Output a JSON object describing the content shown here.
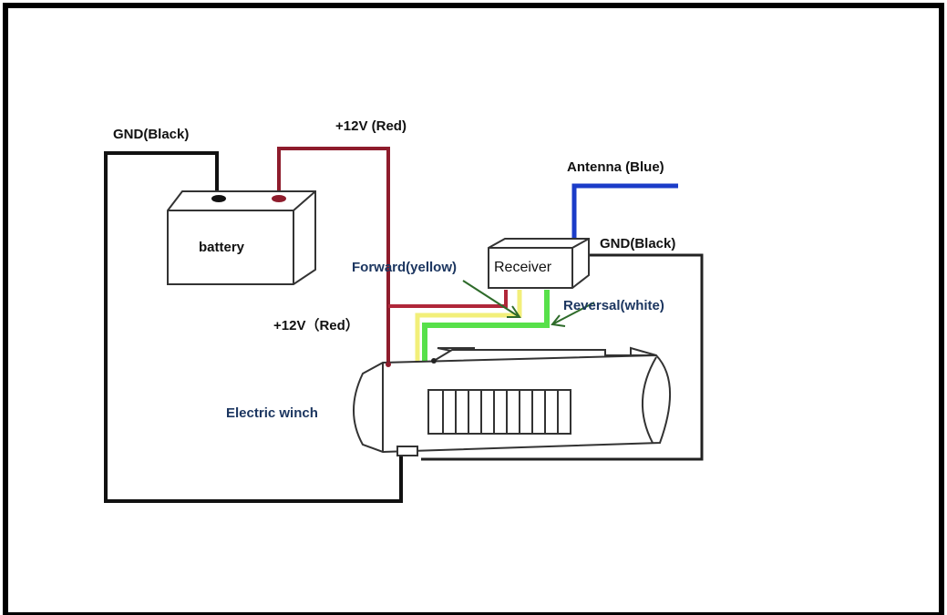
{
  "labels": {
    "gnd_left": "GND(Black)",
    "pos_top": "+12V (Red)",
    "antenna": "Antenna (Blue)",
    "gnd_right": "GND(Black)",
    "forward": "Forward(yellow)",
    "reversal": "Reversal(white)",
    "pos_mid": "+12V（Red）",
    "winch": "Electric winch"
  },
  "components": {
    "battery": "battery",
    "receiver": "Receiver"
  },
  "colors": {
    "ground": "#111111",
    "positive": "#8e1c2c",
    "antenna": "#1b3cc8",
    "forward": "#f2ef7a",
    "reversal": "#57e04a",
    "arrow": "#2e6b2a",
    "label_dark": "#111111",
    "label_navy": "#1c3660"
  }
}
